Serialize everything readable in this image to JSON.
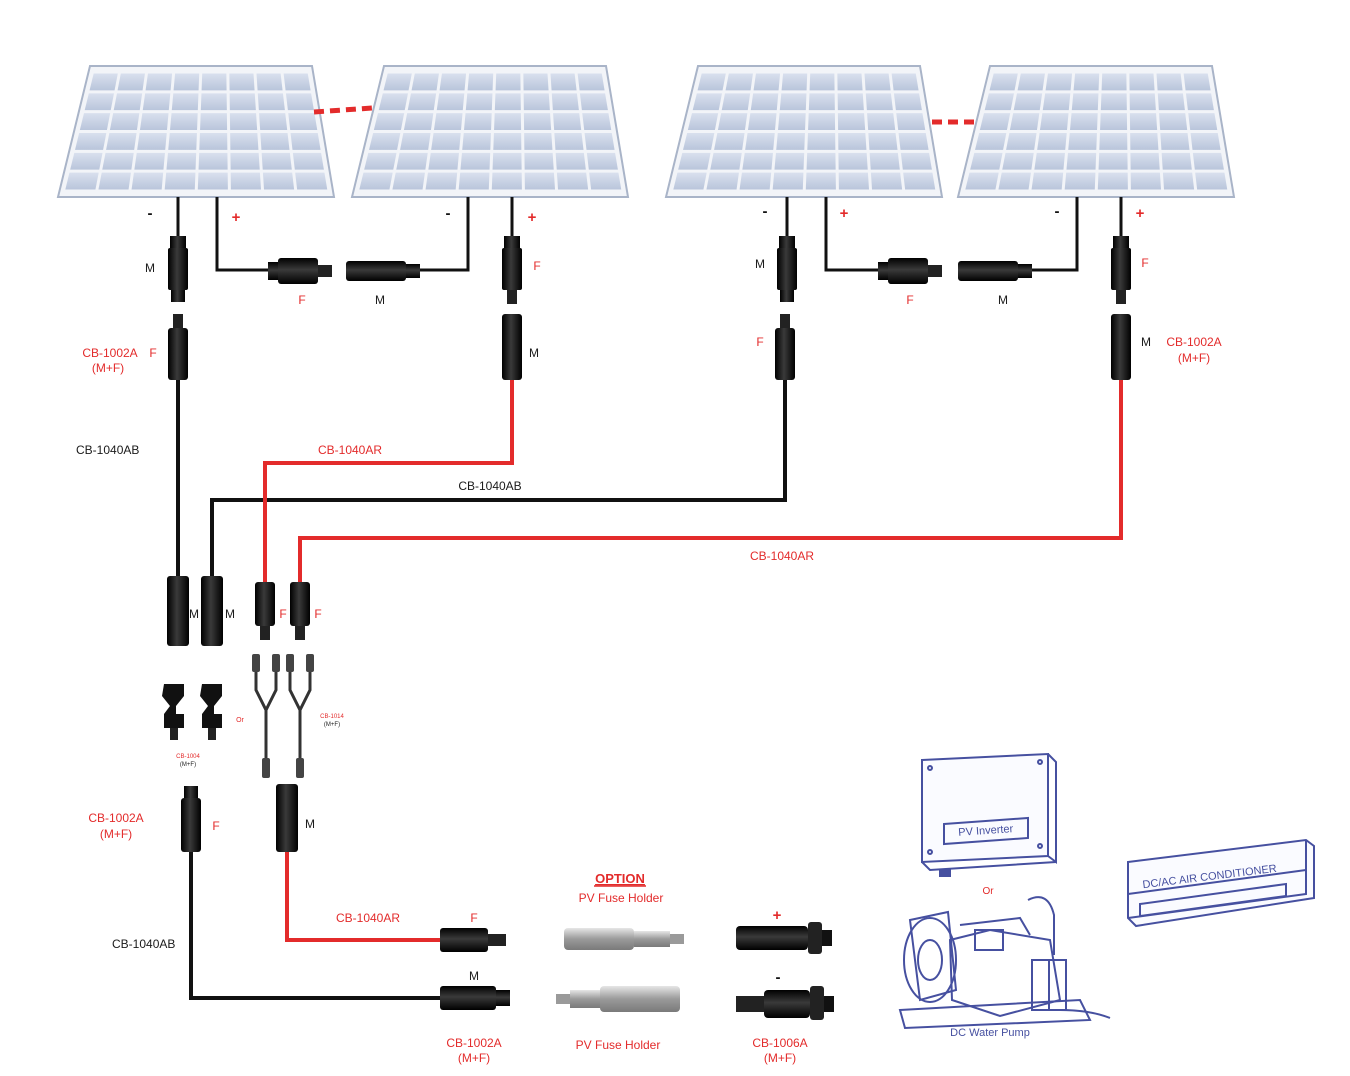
{
  "colors": {
    "positive": "#e32b2b",
    "negative": "#111111",
    "panel": "#c9d3e4",
    "device_line": "#4650a0"
  },
  "polarity": {
    "minus": "-",
    "plus": "+"
  },
  "connectors": {
    "male": "M",
    "female": "F",
    "or": "Or"
  },
  "cables": {
    "cb1002a": "CB-1002A",
    "mf": "(M+F)",
    "cb1040ab": "CB-1040AB",
    "cb1040ar": "CB-1040AR",
    "cb1004": "CB-1004",
    "cb1014": "CB-1014",
    "cb1006a": "CB-1006A"
  },
  "option": {
    "title": "OPTION",
    "fuse_holder": "PV Fuse Holder"
  },
  "devices": {
    "inverter": "PV Inverter",
    "pump": "DC Water Pump",
    "ac": "DC/AC AIR CONDITIONER"
  }
}
